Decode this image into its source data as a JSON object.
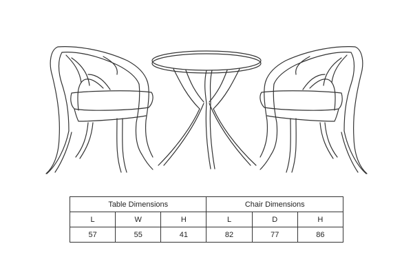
{
  "table_section": {
    "title": "Table Dimensions",
    "headers": [
      "L",
      "W",
      "H"
    ],
    "values": [
      "57",
      "55",
      "41"
    ]
  },
  "chair_section": {
    "title": "Chair Dimensions",
    "headers": [
      "L",
      "D",
      "H"
    ],
    "values": [
      "82",
      "77",
      "86"
    ]
  },
  "colors": {
    "line": "#333333",
    "background": "#ffffff"
  }
}
